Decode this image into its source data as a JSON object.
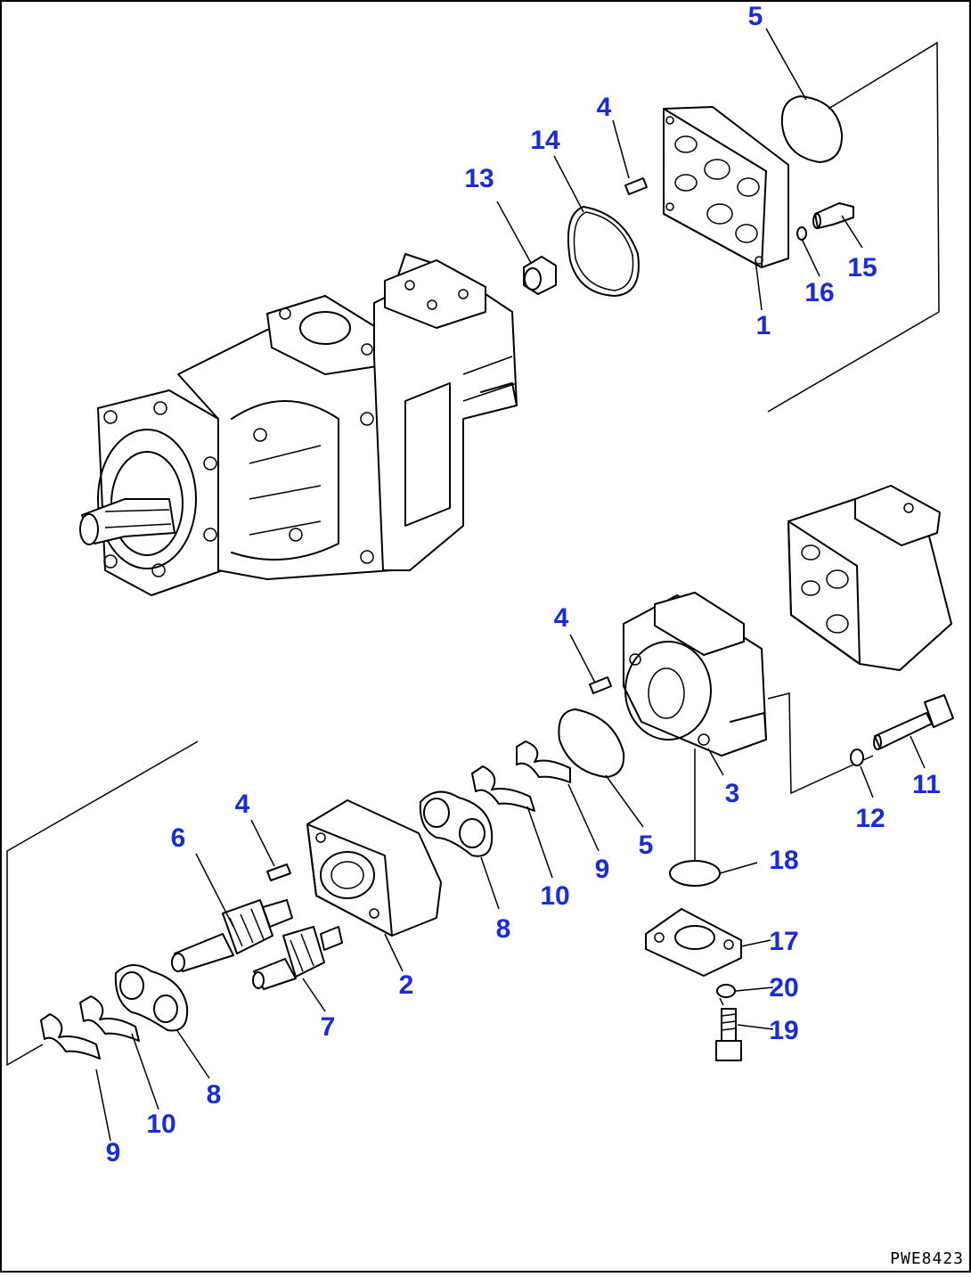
{
  "drawing": {
    "code": "PWE8423",
    "callouts": [
      {
        "id": "c5a",
        "text": "5"
      },
      {
        "id": "c4a",
        "text": "4"
      },
      {
        "id": "c14",
        "text": "14"
      },
      {
        "id": "c13",
        "text": "13"
      },
      {
        "id": "c15",
        "text": "15"
      },
      {
        "id": "c16",
        "text": "16"
      },
      {
        "id": "c1",
        "text": "1"
      },
      {
        "id": "c4b",
        "text": "4"
      },
      {
        "id": "c3",
        "text": "3"
      },
      {
        "id": "c11",
        "text": "11"
      },
      {
        "id": "c12",
        "text": "12"
      },
      {
        "id": "c5b",
        "text": "5"
      },
      {
        "id": "c9a",
        "text": "9"
      },
      {
        "id": "c18",
        "text": "18"
      },
      {
        "id": "c10a",
        "text": "10"
      },
      {
        "id": "c8a",
        "text": "8"
      },
      {
        "id": "c4c",
        "text": "4"
      },
      {
        "id": "c6",
        "text": "6"
      },
      {
        "id": "c2",
        "text": "2"
      },
      {
        "id": "c17",
        "text": "17"
      },
      {
        "id": "c20",
        "text": "20"
      },
      {
        "id": "c7",
        "text": "7"
      },
      {
        "id": "c19",
        "text": "19"
      },
      {
        "id": "c8b",
        "text": "8"
      },
      {
        "id": "c10b",
        "text": "10"
      },
      {
        "id": "c9b",
        "text": "9"
      }
    ]
  }
}
